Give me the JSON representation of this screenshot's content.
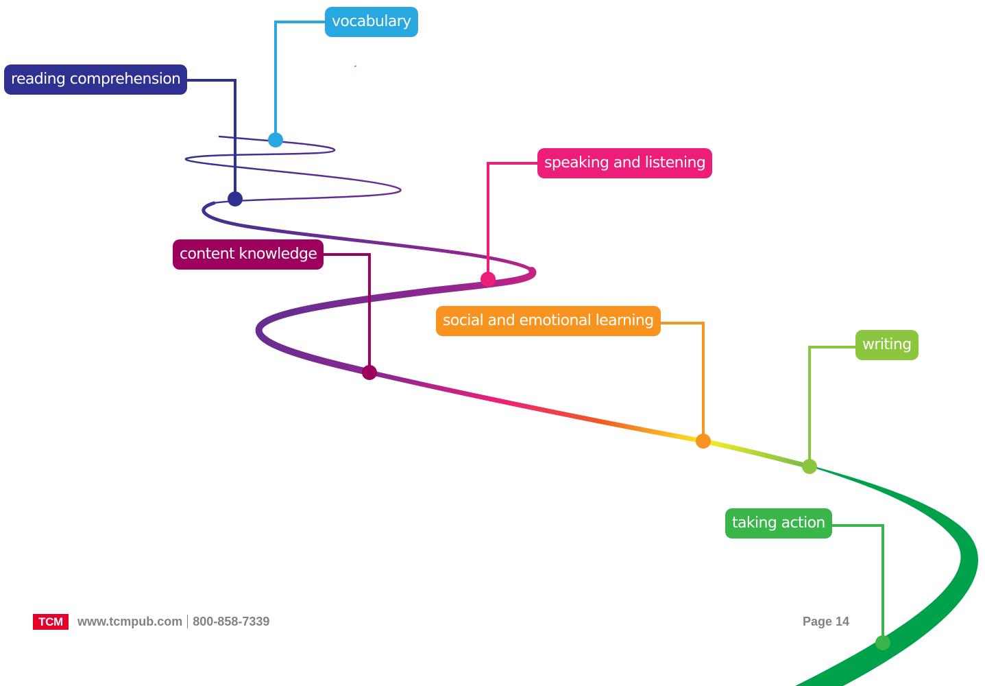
{
  "stages": [
    {
      "id": "vocabulary",
      "label": "vocabulary",
      "color": "#29a8df"
    },
    {
      "id": "reading",
      "label": "reading comprehension",
      "color": "#2e3192"
    },
    {
      "id": "speaking",
      "label": "speaking and listening",
      "color": "#ec1e79"
    },
    {
      "id": "content",
      "label": "content knowledge",
      "color": "#9e005d"
    },
    {
      "id": "social",
      "label": "social and emotional learning",
      "color": "#f7931e"
    },
    {
      "id": "writing",
      "label": "writing",
      "color": "#8cc63f"
    },
    {
      "id": "action",
      "label": "taking action",
      "color": "#39b54a"
    }
  ],
  "road_colors": {
    "start": "#2e3192",
    "purple": "#662d91",
    "magenta": "#ed1e79",
    "red": "#f15a24",
    "yellow": "#fcee21",
    "green": "#009245"
  },
  "footer": {
    "logo": "TCM",
    "website": "www.tcmpub.com",
    "phone": "800-858-7339",
    "page": "Page 14",
    "logo_color": "#e4002b",
    "text_color": "#808285"
  }
}
